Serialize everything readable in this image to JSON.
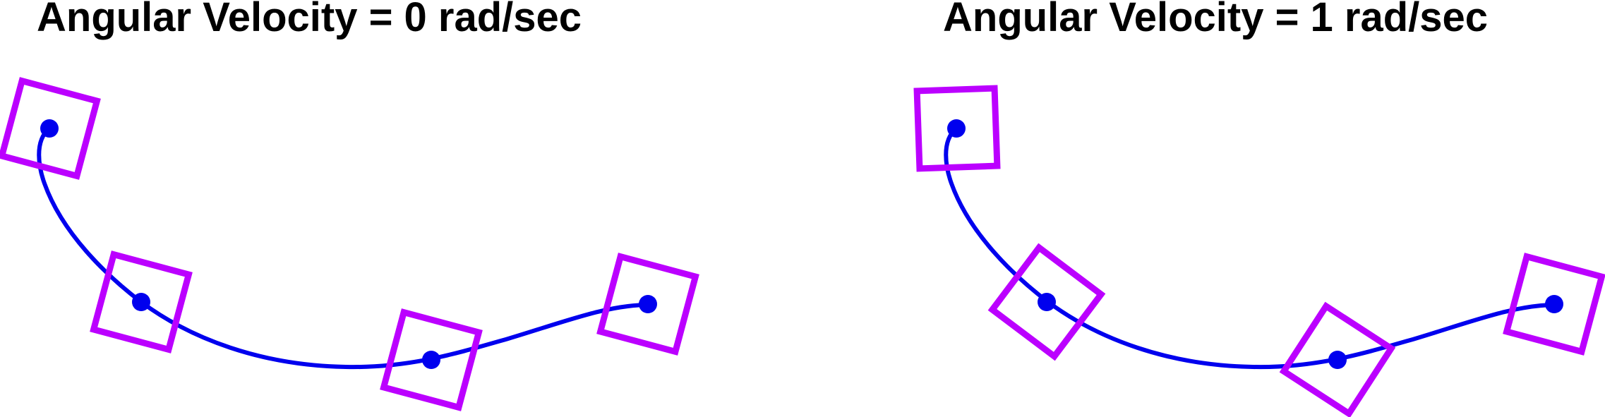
{
  "panels": [
    {
      "title": "Angular Velocity = 0 rad/sec",
      "angular_velocity": 0
    },
    {
      "title": "Angular Velocity = 1 rad/sec",
      "angular_velocity": 1
    }
  ],
  "colors": {
    "path": "#0000ee",
    "waypoint": "#0000ee",
    "box": "#bb00ff",
    "text": "#000000"
  }
}
